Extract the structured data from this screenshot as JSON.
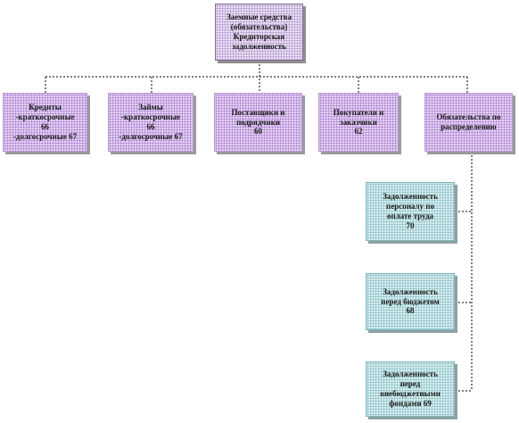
{
  "diagram": {
    "root": {
      "text": "Заемные средства\n(обязательства)\nКредиторская\nзадолженность"
    },
    "level1": [
      {
        "id": "credits",
        "text": "Кредиты\n-краткосрочные\n66\n-долгосрочные 67"
      },
      {
        "id": "loans",
        "text": "Займы\n-краткосрочные\n66\n-долгосрочные 67"
      },
      {
        "id": "suppliers",
        "text": "Поставщики и\nподрядчики\n60"
      },
      {
        "id": "buyers",
        "text": "Покупатели и\nзаказчики\n62"
      },
      {
        "id": "distribution",
        "text": "Обязательства по\nраспределению"
      }
    ],
    "level2": [
      {
        "id": "payroll",
        "text": "Задолженность\nперсоналу по\nоплате труда\n70"
      },
      {
        "id": "budget",
        "text": "Задолженность\nперед бюджетом\n68"
      },
      {
        "id": "funds",
        "text": "Задолженность\nперед\nвнебюджетными\nфондами 69"
      }
    ],
    "colors": {
      "root_fill": "#e6d7f3",
      "level1_fill": "#d9bff0",
      "level2_fill": "#cfecee",
      "connector": "#000000"
    }
  }
}
